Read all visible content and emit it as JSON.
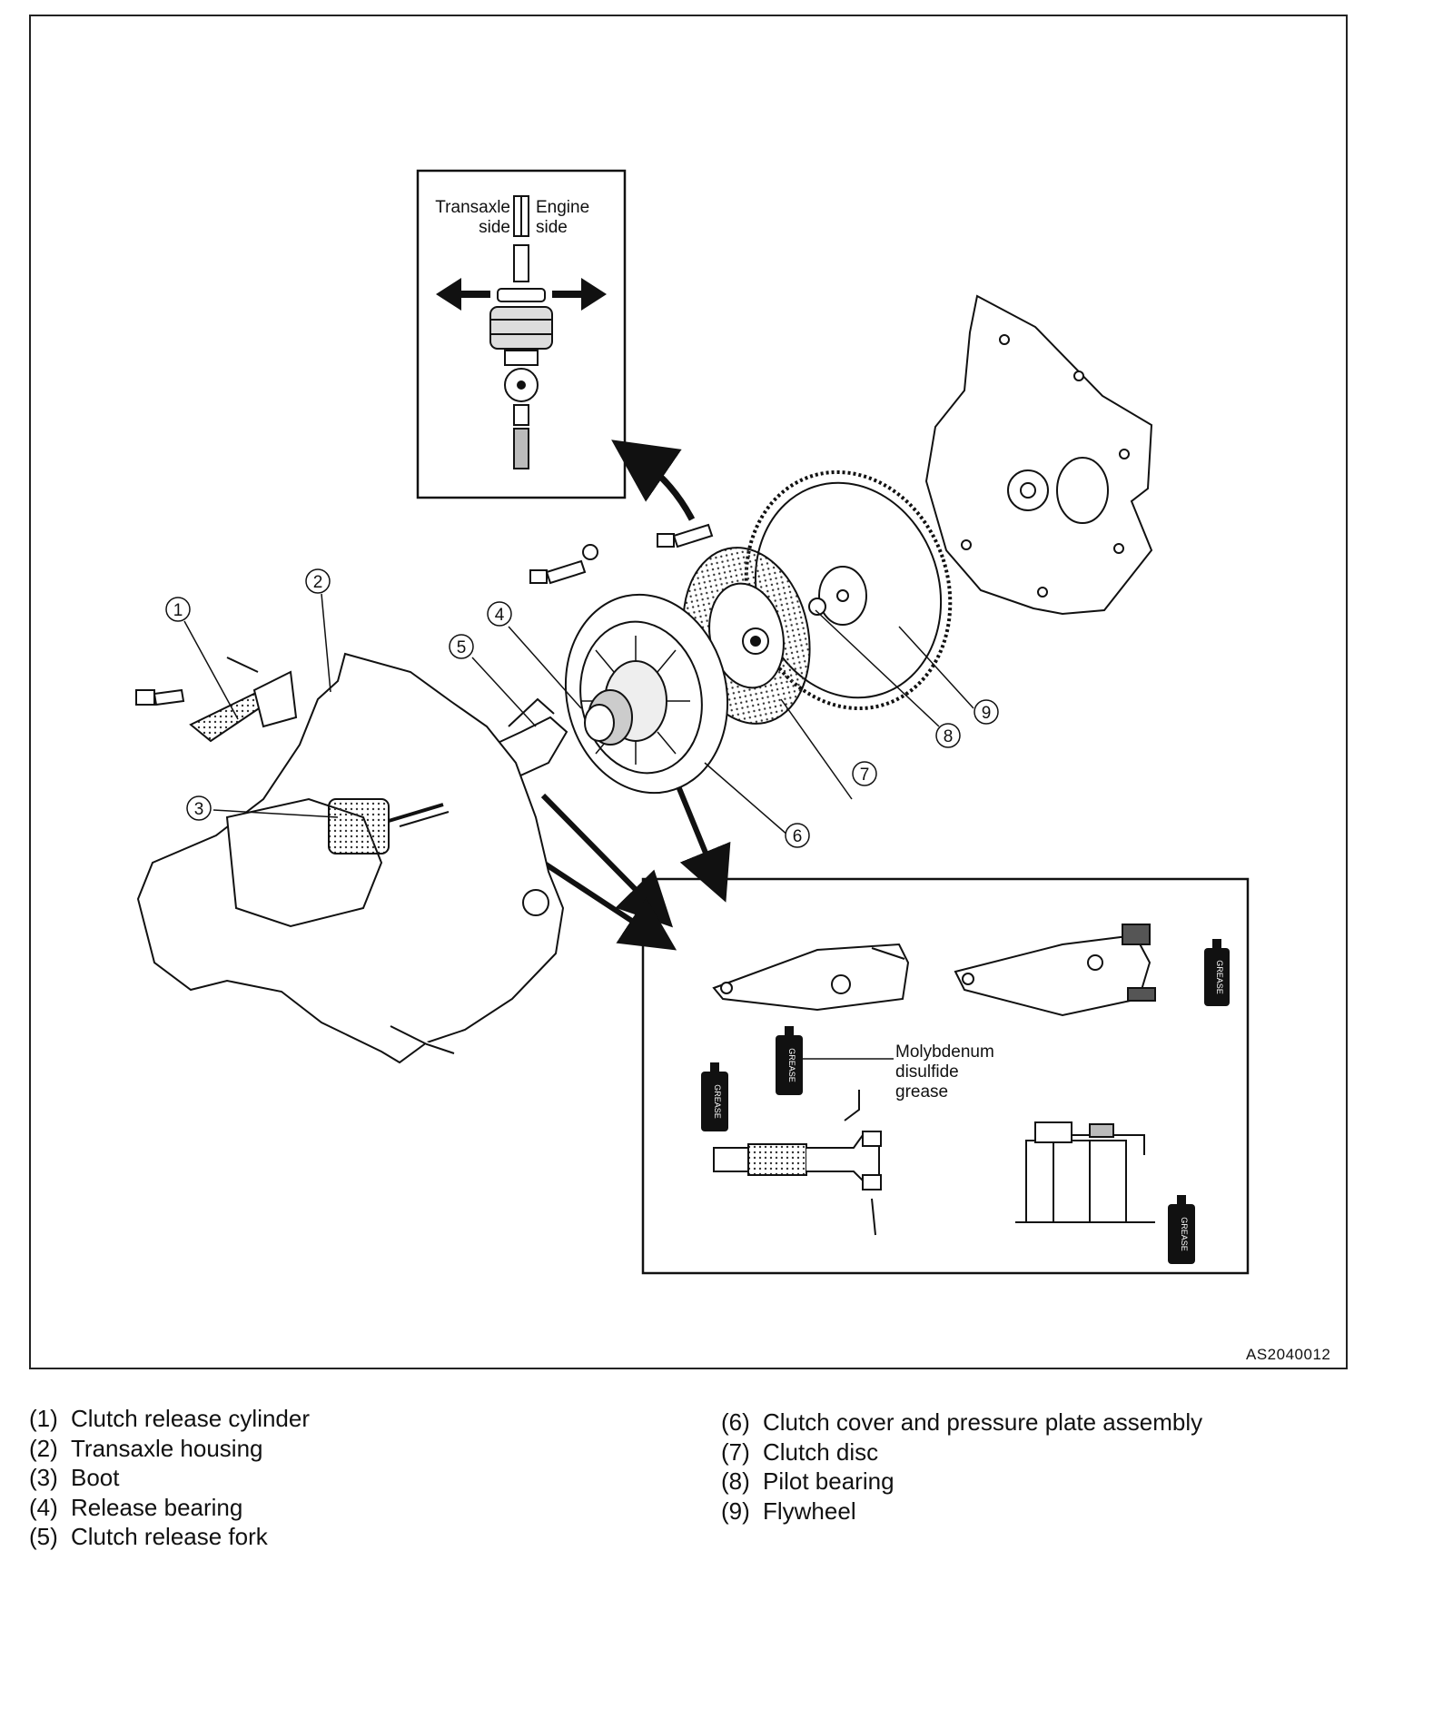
{
  "diagram": {
    "drawing_id": "AS2040012",
    "inset_top": {
      "label_left_line1": "Transaxle",
      "label_left_line2": "side",
      "label_right_line1": "Engine",
      "label_right_line2": "side"
    },
    "inset_bottom": {
      "grease_label_line1": "Molybdenum",
      "grease_label_line2": "disulfide",
      "grease_label_line3": "grease",
      "can_text": "GREASE"
    },
    "callouts": [
      "1",
      "2",
      "3",
      "4",
      "5",
      "6",
      "7",
      "8",
      "9"
    ]
  },
  "legend": {
    "left": [
      {
        "num": "(1)",
        "text": "Clutch release cylinder"
      },
      {
        "num": "(2)",
        "text": "Transaxle housing"
      },
      {
        "num": "(3)",
        "text": "Boot"
      },
      {
        "num": "(4)",
        "text": "Release bearing"
      },
      {
        "num": "(5)",
        "text": "Clutch release fork"
      }
    ],
    "right": [
      {
        "num": "(6)",
        "text": "Clutch cover and pressure plate assembly"
      },
      {
        "num": "(7)",
        "text": "Clutch disc"
      },
      {
        "num": "(8)",
        "text": "Pilot bearing"
      },
      {
        "num": "(9)",
        "text": "Flywheel"
      }
    ]
  }
}
